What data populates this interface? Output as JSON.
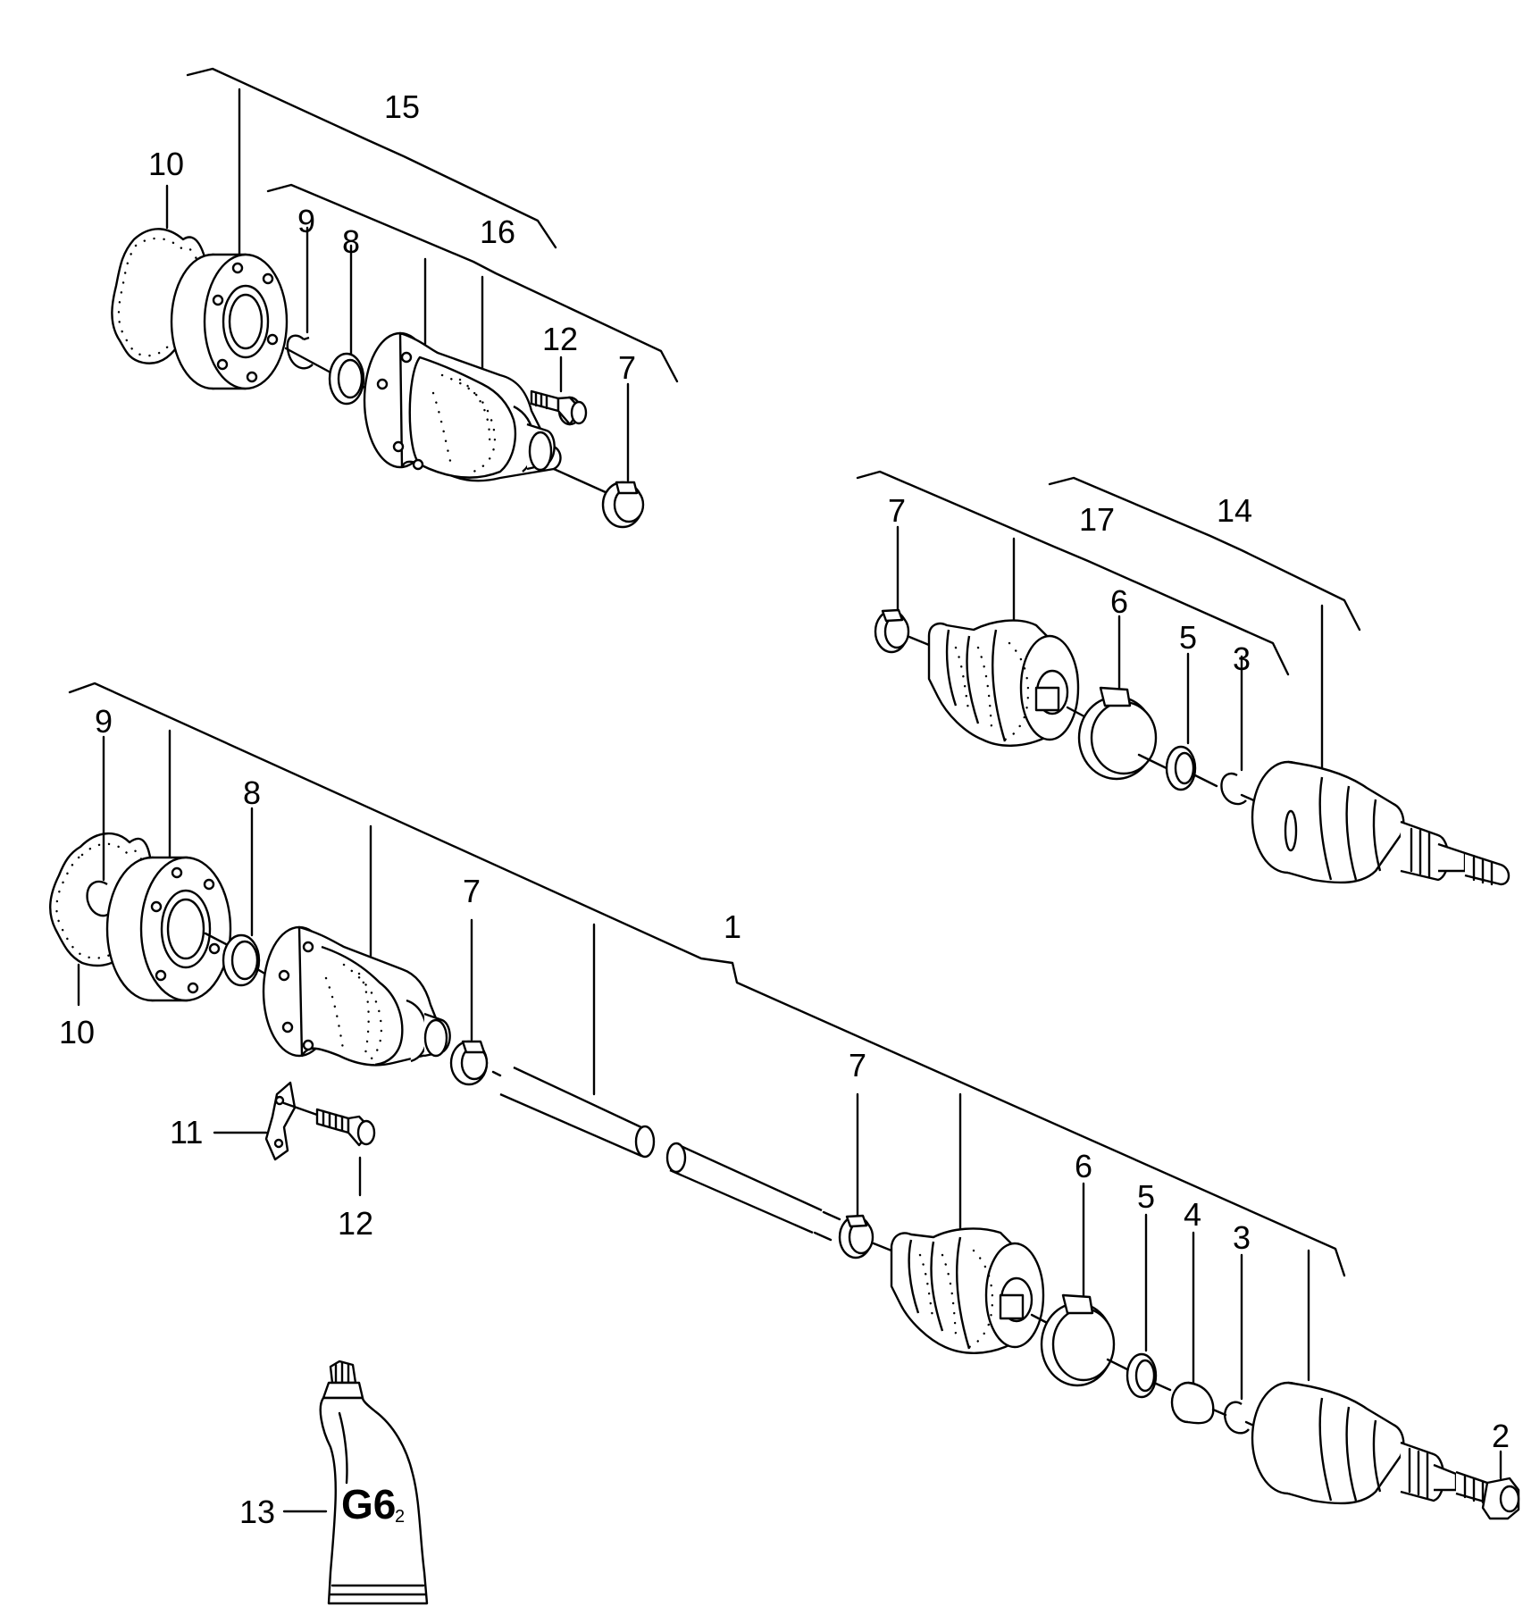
{
  "labels": {
    "l15": "15",
    "l10_top": "10",
    "l9_top": "9",
    "l8_top": "8",
    "l16": "16",
    "l12_top": "12",
    "l7_top": "7",
    "l7_right": "7",
    "l17": "17",
    "l14": "14",
    "l6_right": "6",
    "l5_right": "5",
    "l3_right": "3",
    "l9_main": "9",
    "l8_main": "8",
    "l7_main_left": "7",
    "l1": "1",
    "l10_main": "10",
    "l11": "11",
    "l12_main": "12",
    "l7_main_right": "7",
    "l6_main": "6",
    "l5_main": "5",
    "l4": "4",
    "l3_main": "3",
    "l2": "2",
    "l13": "13"
  },
  "tube_label": {
    "main": "G6",
    "sub": "2"
  }
}
